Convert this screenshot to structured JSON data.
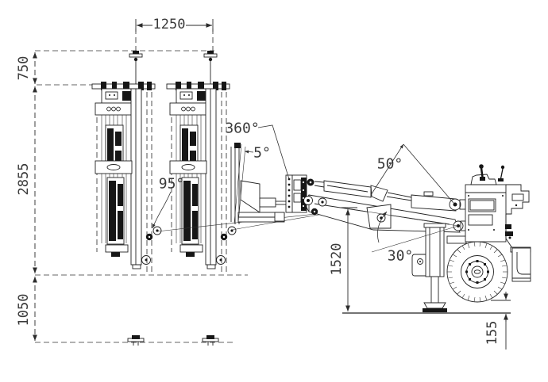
{
  "drawing": {
    "type": "drill-rig side-view dimension drawing",
    "colors": {
      "line": "#222222",
      "background": "#ffffff",
      "text": "#3a3a3a"
    },
    "dimensions": {
      "feed_spacing": "1250",
      "feed_extension_top": "750",
      "feed_length": "2855",
      "feed_extension_bottom": "1050",
      "boom_pivot_height": "1520",
      "ground_clearance": "155"
    },
    "angles": {
      "feed_rotation": "360°",
      "feed_tilt": "5°",
      "feed_swing": "95°",
      "boom_lift": "50°",
      "boom_dip": "30°"
    }
  }
}
